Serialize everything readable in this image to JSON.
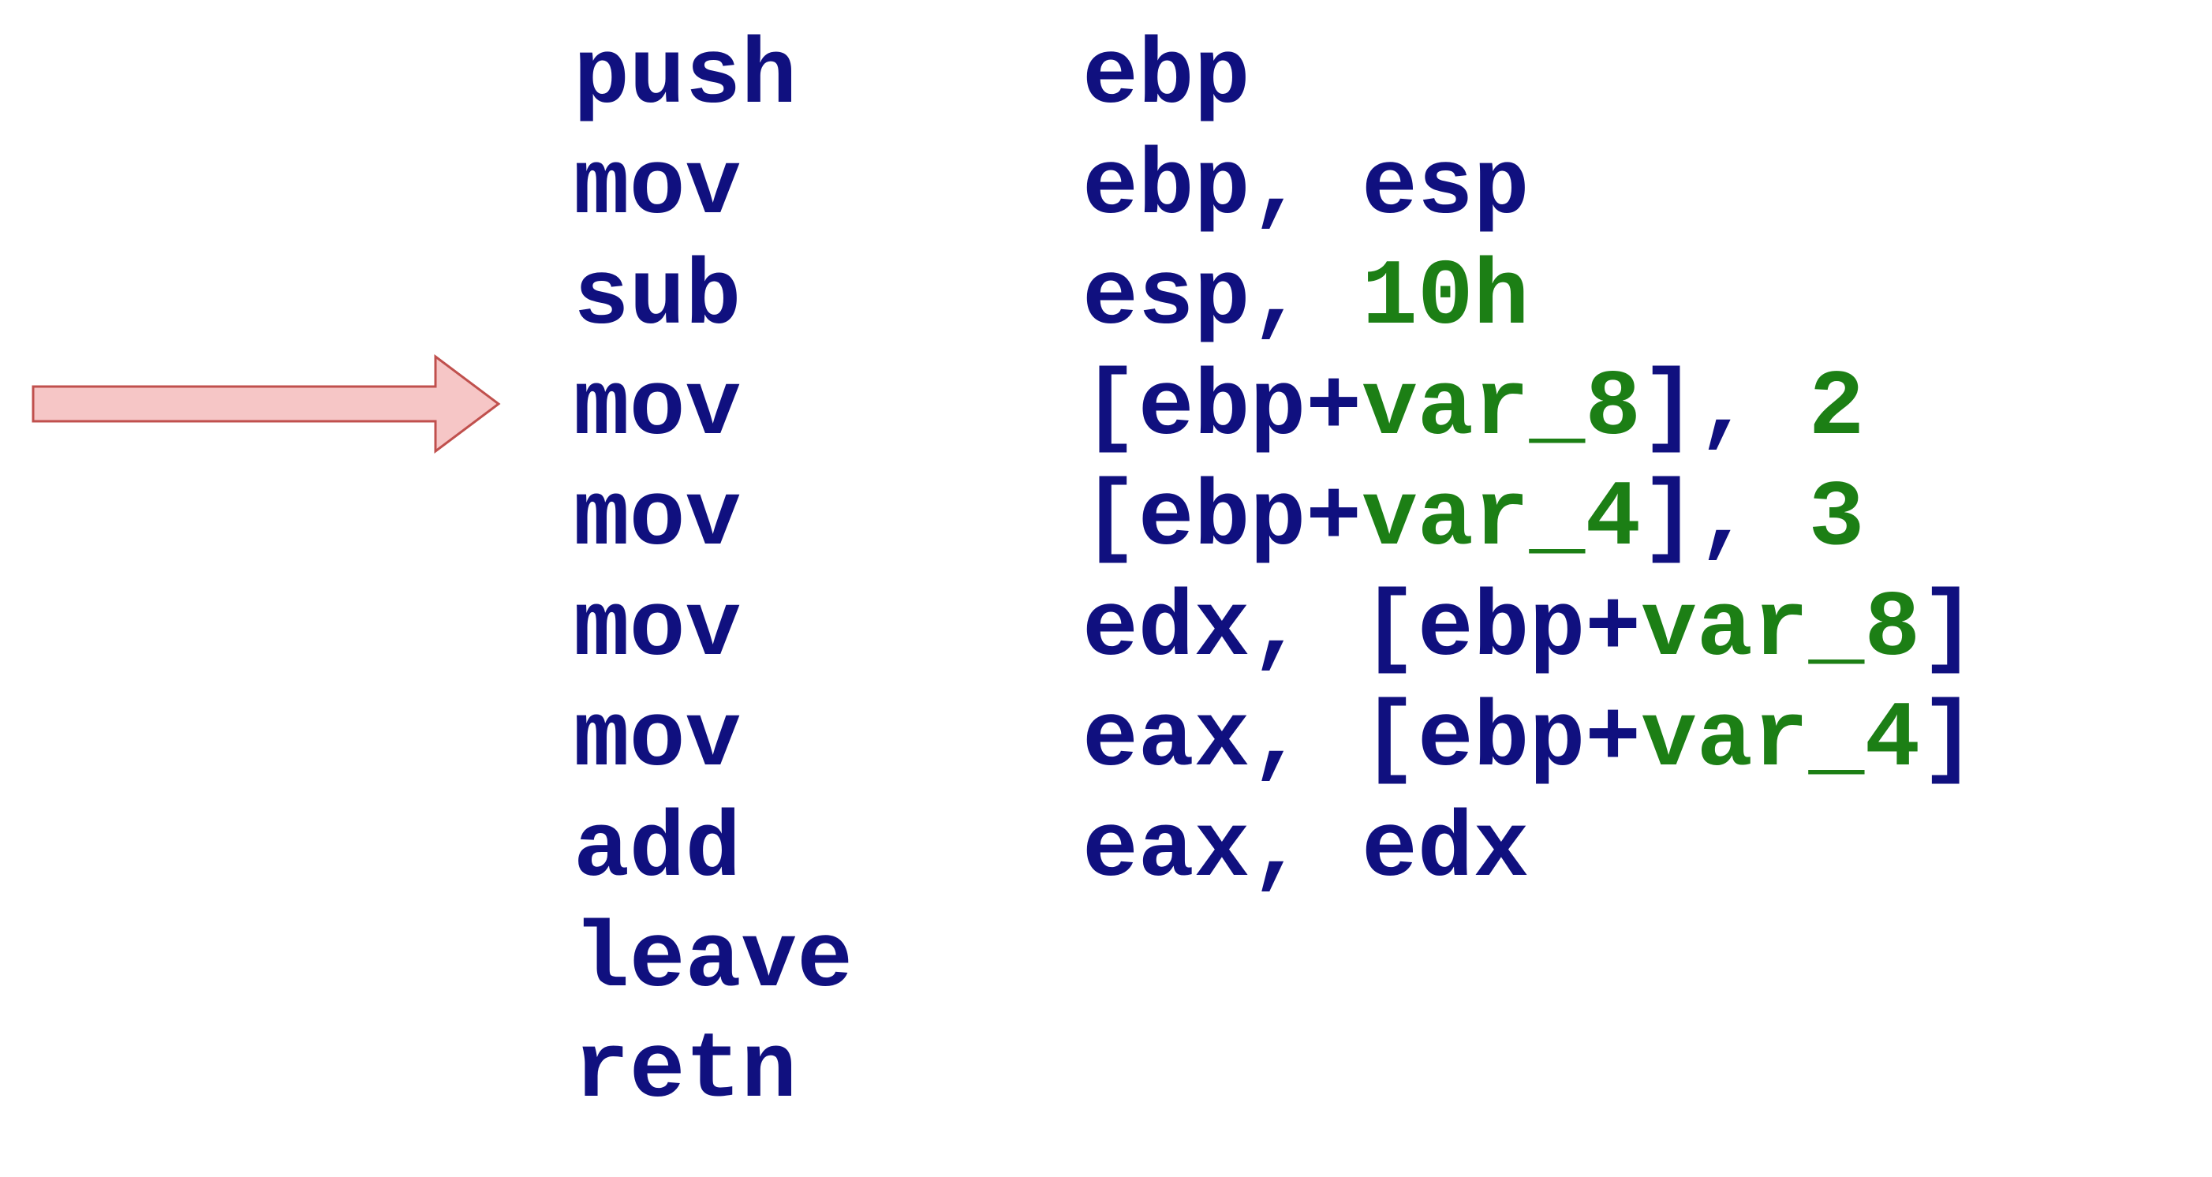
{
  "colors": {
    "mnemonic": "#10107f",
    "register": "#10107f",
    "immediate": "#1c7f15",
    "symbol": "#1c7f15",
    "arrow_fill": "#f6c6c6",
    "arrow_stroke": "#c0504d",
    "background": "#ffffff"
  },
  "pointer": {
    "icon": "right-arrow-icon",
    "current_line": 4
  },
  "code": [
    {
      "mnemonic": "push",
      "operands": [
        {
          "text": "ebp",
          "kind": "register"
        }
      ]
    },
    {
      "mnemonic": "mov",
      "operands": [
        {
          "text": "ebp, esp",
          "kind": "register"
        }
      ]
    },
    {
      "mnemonic": "sub",
      "operands": [
        {
          "text": "esp, ",
          "kind": "register"
        },
        {
          "text": "10h",
          "kind": "immediate"
        }
      ]
    },
    {
      "mnemonic": "mov",
      "operands": [
        {
          "text": "[ebp+",
          "kind": "register"
        },
        {
          "text": "var_8",
          "kind": "symbol"
        },
        {
          "text": "], ",
          "kind": "register"
        },
        {
          "text": "2",
          "kind": "immediate"
        }
      ]
    },
    {
      "mnemonic": "mov",
      "operands": [
        {
          "text": "[ebp+",
          "kind": "register"
        },
        {
          "text": "var_4",
          "kind": "symbol"
        },
        {
          "text": "], ",
          "kind": "register"
        },
        {
          "text": "3",
          "kind": "immediate"
        }
      ]
    },
    {
      "mnemonic": "mov",
      "operands": [
        {
          "text": "edx, [ebp+",
          "kind": "register"
        },
        {
          "text": "var_8",
          "kind": "symbol"
        },
        {
          "text": "]",
          "kind": "register"
        }
      ]
    },
    {
      "mnemonic": "mov",
      "operands": [
        {
          "text": "eax, [ebp+",
          "kind": "register"
        },
        {
          "text": "var_4",
          "kind": "symbol"
        },
        {
          "text": "]",
          "kind": "register"
        }
      ]
    },
    {
      "mnemonic": "add",
      "operands": [
        {
          "text": "eax, edx",
          "kind": "register"
        }
      ]
    },
    {
      "mnemonic": "leave",
      "operands": []
    },
    {
      "mnemonic": "retn",
      "operands": []
    }
  ]
}
